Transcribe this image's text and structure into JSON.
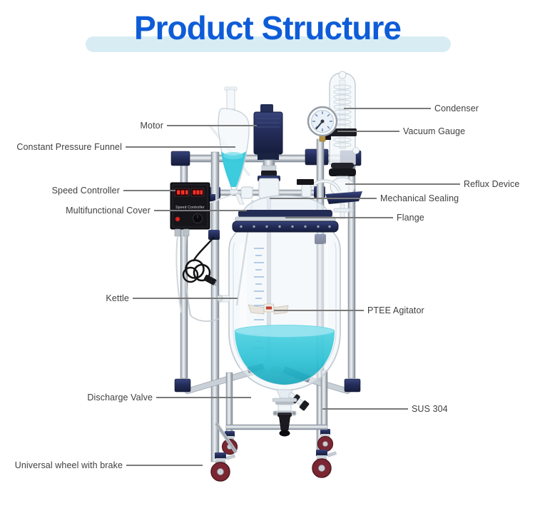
{
  "page": {
    "title": "Product Structure"
  },
  "theme": {
    "title_color": "#0e5cd8",
    "title_bar_color": "#d8edf3",
    "label_color": "#3f3f3f",
    "leader_color": "#7a7a7a",
    "liquid_color": "#2cc8da",
    "frame_navy": "#232c54",
    "background": "#ffffff"
  },
  "labels": {
    "left": [
      {
        "text": "Motor"
      },
      {
        "text": "Constant Pressure Funnel"
      },
      {
        "text": "Speed Controller"
      },
      {
        "text": "Multifunctional Cover"
      },
      {
        "text": "Kettle"
      },
      {
        "text": "Discharge Valve"
      },
      {
        "text": "Universal wheel with brake"
      }
    ],
    "right": [
      {
        "text": "Condenser"
      },
      {
        "text": "Vacuum Gauge"
      },
      {
        "text": "Reflux Device"
      },
      {
        "text": "Mechanical Sealing"
      },
      {
        "text": "Flange"
      },
      {
        "text": "PTEE Agitator"
      },
      {
        "text": "SUS 304"
      }
    ]
  },
  "device_markings": {
    "speed_controller_panel": "Speed Controller"
  }
}
